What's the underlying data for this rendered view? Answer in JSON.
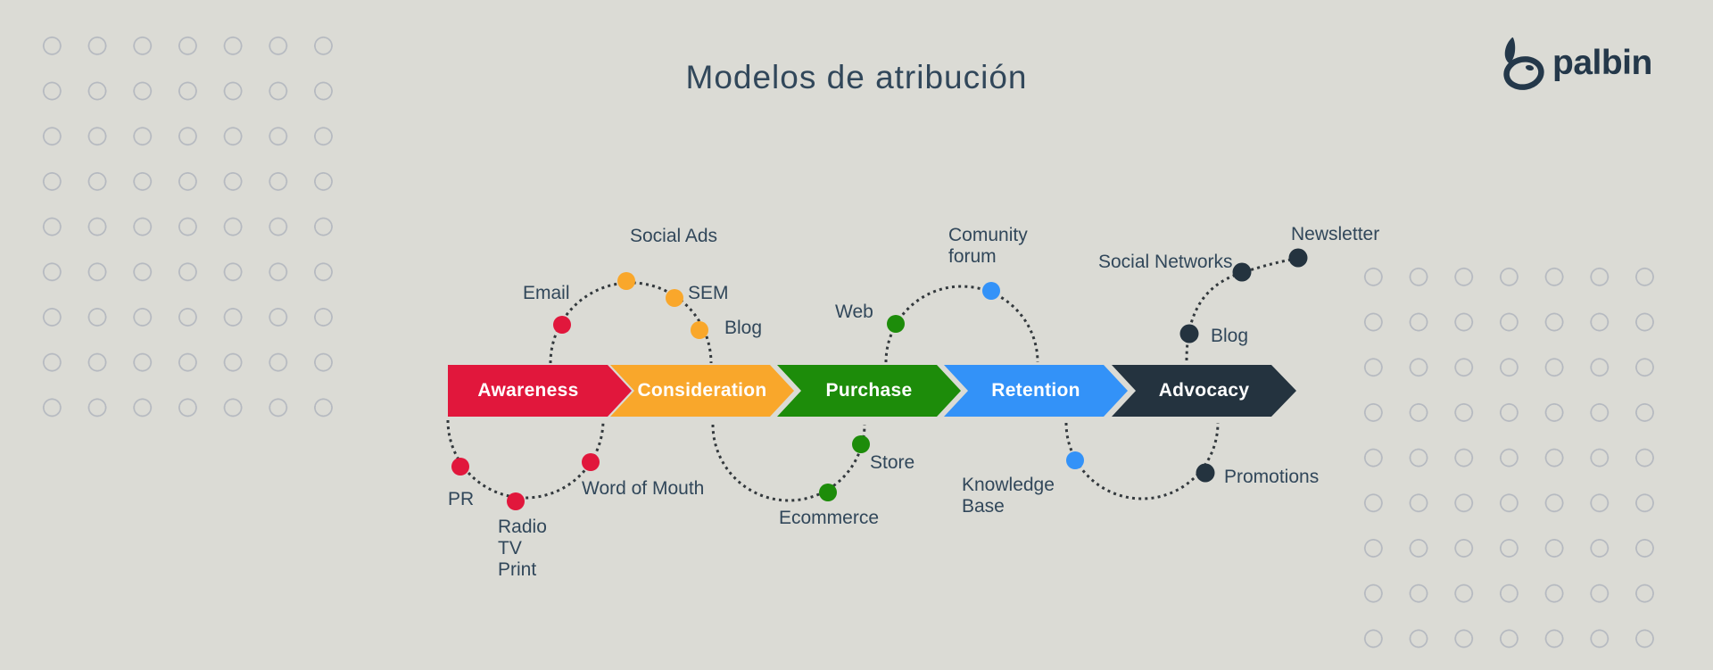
{
  "palette": {
    "background": "#dbdbd5",
    "text": "#31475a",
    "dotted_line": "#33393d",
    "grid_circle": "#b5b9c0",
    "logo_color": "#24384a"
  },
  "title": "Modelos de atribución",
  "logo": {
    "text": "palbin",
    "icon": "fish-icon"
  },
  "funnel": {
    "stages": [
      {
        "label": "Awareness",
        "color": "#e1173c"
      },
      {
        "label": "Consideration",
        "color": "#f9a72b"
      },
      {
        "label": "Purchase",
        "color": "#1d8c0a"
      },
      {
        "label": "Retention",
        "color": "#3392f8"
      },
      {
        "label": "Advocacy",
        "color": "#24333f"
      }
    ]
  },
  "touchpoints": [
    {
      "label": "Email",
      "stage": "Awareness",
      "color": "#e1173c"
    },
    {
      "label": "Social Ads",
      "stage": "Consideration",
      "color": "#f9a72b"
    },
    {
      "label": "SEM",
      "stage": "Consideration",
      "color": "#f9a72b"
    },
    {
      "label": "Blog",
      "stage": "Consideration",
      "color": "#f9a72b"
    },
    {
      "label": "PR",
      "stage": "Awareness",
      "color": "#e1173c"
    },
    {
      "label": "Radio\nTV\nPrint",
      "stage": "Awareness",
      "color": "#e1173c"
    },
    {
      "label": "Word of Mouth",
      "stage": "Awareness",
      "color": "#e1173c"
    },
    {
      "label": "Web",
      "stage": "Purchase",
      "color": "#1d8c0a"
    },
    {
      "label": "Comunity\nforum",
      "stage": "Retention",
      "color": "#3392f8"
    },
    {
      "label": "Ecommerce",
      "stage": "Purchase",
      "color": "#1d8c0a"
    },
    {
      "label": "Store",
      "stage": "Purchase",
      "color": "#1d8c0a"
    },
    {
      "label": "Knowledge\nBase",
      "stage": "Retention",
      "color": "#3392f8"
    },
    {
      "label": "Promotions",
      "stage": "Advocacy",
      "color": "#24333f"
    },
    {
      "label": "Blog",
      "stage": "Advocacy",
      "color": "#24333f"
    },
    {
      "label": "Social Networks",
      "stage": "Advocacy",
      "color": "#24333f"
    },
    {
      "label": "Newsletter",
      "stage": "Advocacy",
      "color": "#24333f"
    }
  ]
}
